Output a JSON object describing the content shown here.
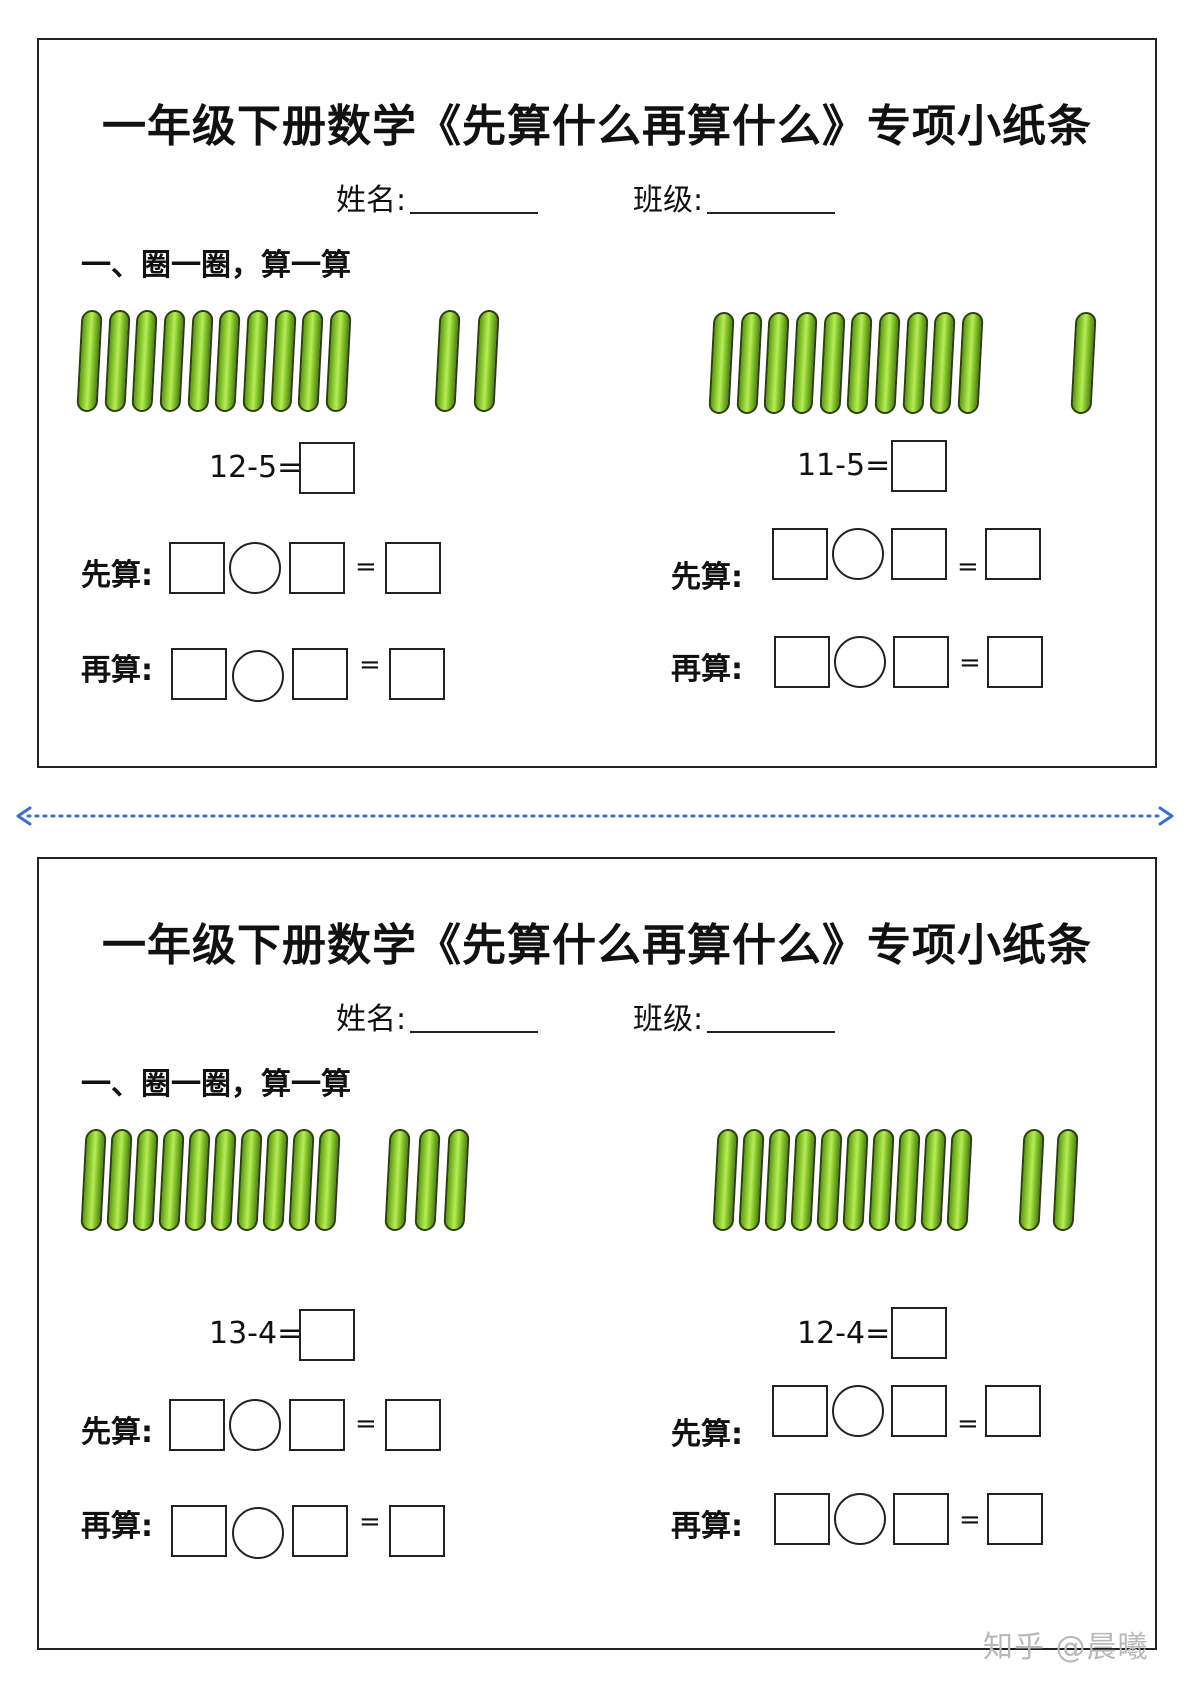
{
  "sheets": [
    {
      "title": "一年级下册数学《先算什么再算什么》专项小纸条",
      "name_label": "姓名:",
      "class_label": "班级:",
      "section_title": "一、圈一圈，算一算",
      "problems": [
        {
          "equation": "12-5=",
          "sticks_bundle": 10,
          "sticks_loose": 2,
          "first_label": "先算:",
          "then_label": "再算:"
        },
        {
          "equation": "11-5=",
          "sticks_bundle": 10,
          "sticks_loose": 1,
          "first_label": "先算:",
          "then_label": "再算:"
        }
      ]
    },
    {
      "title": "一年级下册数学《先算什么再算什么》专项小纸条",
      "name_label": "姓名:",
      "class_label": "班级:",
      "section_title": "一、圈一圈，算一算",
      "problems": [
        {
          "equation": "13-4=",
          "sticks_bundle": 10,
          "sticks_loose": 3,
          "first_label": "先算:",
          "then_label": "再算:"
        },
        {
          "equation": "12-4=",
          "sticks_bundle": 10,
          "sticks_loose": 2,
          "first_label": "先算:",
          "then_label": "再算:"
        }
      ]
    }
  ],
  "equals_sign": "=",
  "watermark": "知乎 @晨曦",
  "colors": {
    "stick_green": "#9bd83f",
    "divider_blue": "#3a6fc4",
    "border": "#222222"
  }
}
